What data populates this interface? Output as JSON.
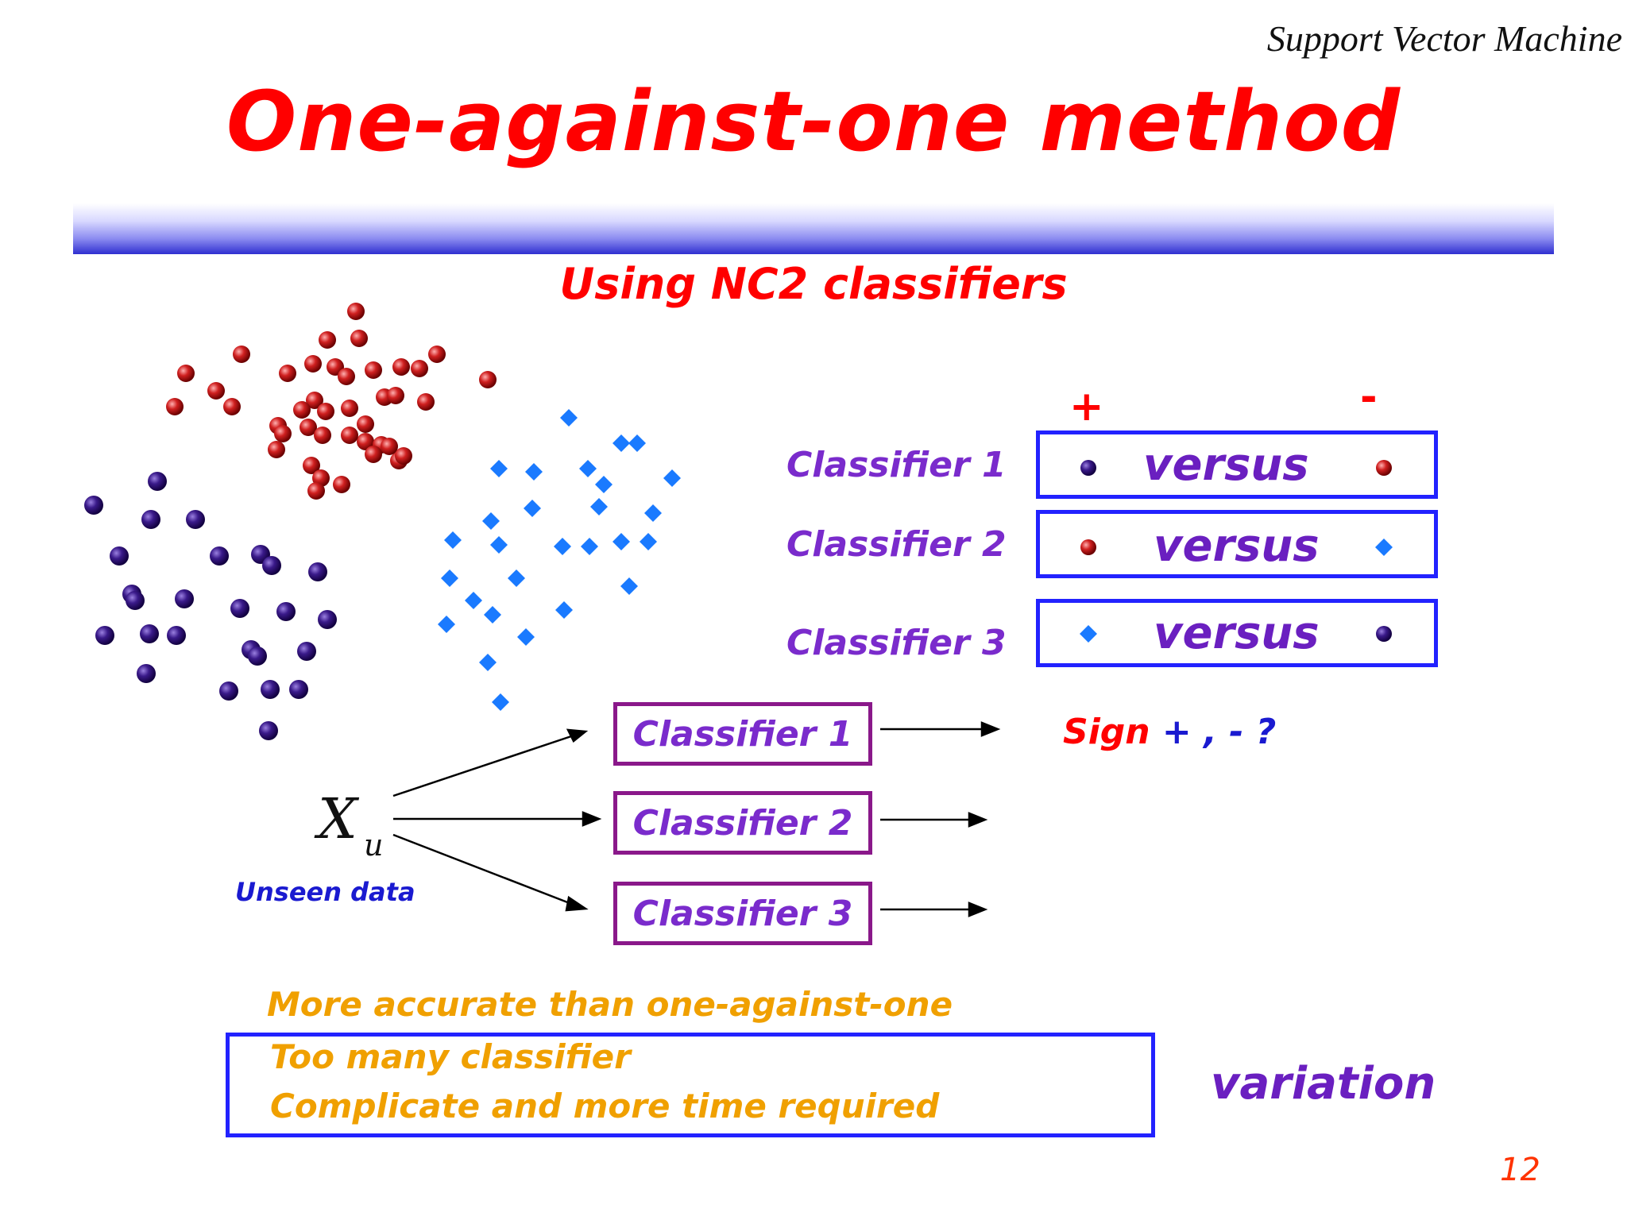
{
  "header": {
    "label": "Support Vector Machine"
  },
  "title": "One-against-one method",
  "subtitle": "Using NC2 classifiers",
  "symbols": {
    "plus": "+",
    "minus": "-"
  },
  "comparisons": [
    {
      "label": "Classifier 1",
      "versus": "versus",
      "left": "purple-circle",
      "right": "red-circle"
    },
    {
      "label": "Classifier 2",
      "versus": "versus",
      "left": "red-circle",
      "right": "blue-diamond"
    },
    {
      "label": "Classifier 3",
      "versus": "versus",
      "left": "blue-diamond",
      "right": "purple-circle"
    }
  ],
  "evaluation": {
    "input_symbol": "X",
    "input_subscript": "u",
    "input_caption": "Unseen data",
    "classifiers": [
      "Classifier 1",
      "Classifier 2",
      "Classifier 3"
    ],
    "sign": {
      "word": "Sign",
      "symbols": " + , - ?"
    }
  },
  "notes": {
    "line1": "More accurate than one-against-one",
    "line2": "Too many classifier",
    "line3": "Complicate and more time required"
  },
  "variation": "variation",
  "page_number": "12",
  "colors": {
    "title": "#ff0000",
    "class_red": "#b81818",
    "class_purple": "#3a1a8a",
    "class_blue": "#1a7aff",
    "box_blue": "#2222ff",
    "box_purple": "#8a188a",
    "note_orange": "#f0a000"
  }
}
